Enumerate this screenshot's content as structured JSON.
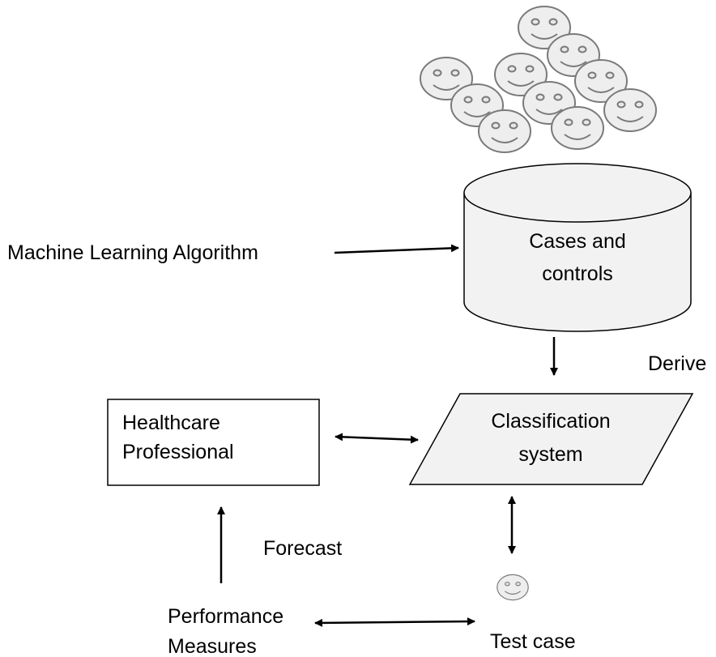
{
  "labels": {
    "ml_algorithm": "Machine Learning Algorithm",
    "derive": "Derive",
    "forecast": "Forecast",
    "test_case": "Test case"
  },
  "nodes": {
    "database": {
      "line1": "Cases and",
      "line2": "controls"
    },
    "classifier": {
      "line1": "Classification",
      "line2": "system"
    },
    "professional": {
      "line1": "Healthcare",
      "line2": "Professional"
    },
    "performance": {
      "line1": "Performance",
      "line2": "Measures"
    }
  },
  "colors": {
    "shape_fill": "#f2f2f2",
    "stroke": "#000000",
    "face_stroke": "#7a7a7a"
  },
  "icons": {
    "crowd": "smiley-face-icon",
    "test_case": "smiley-face-icon"
  }
}
